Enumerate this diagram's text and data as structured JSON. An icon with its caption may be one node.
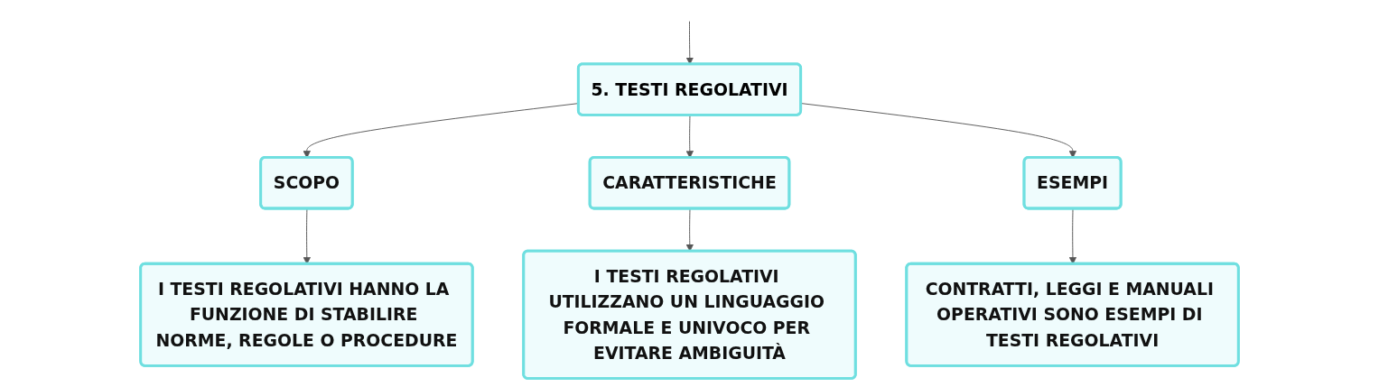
{
  "diagram": {
    "nodes": [
      {
        "text": [
          "5. TESTI REGOLATIVI"
        ]
      },
      {
        "text": [
          "SCOPO"
        ]
      },
      {
        "text": [
          "CARATTERISTICHE"
        ]
      },
      {
        "text": [
          "ESEMPI"
        ]
      },
      {
        "text": [
          "I TESTI REGOLATIVI HANNO LA FUNZIONE DI STABILIRE NORME, REGOLE O PROCEDURE"
        ]
      },
      {
        "text": [
          "I TESTI REGOLATIVI UTILIZZANO UN LINGUAGGIO FORMALE E UNIVOCO PER EVITARE AMBIGUITÀ"
        ]
      },
      {
        "text": [
          "CONTRATTI, LEGGI E MANUALI OPERATIVI SONO ESEMPI DI TESTI REGOLATIVI"
        ]
      }
    ],
    "edges": [
      {
        "from": null,
        "to": 0,
        "arrow": "to"
      },
      {
        "from": 0,
        "to": 1,
        "arrow": "to"
      },
      {
        "from": 0,
        "to": 2,
        "arrow": "to"
      },
      {
        "from": 0,
        "to": 3,
        "arrow": "to"
      },
      {
        "from": 1,
        "to": 4,
        "arrow": "to"
      },
      {
        "from": 2,
        "to": 5,
        "arrow": "to"
      },
      {
        "from": 3,
        "to": 6,
        "arrow": "to"
      }
    ]
  }
}
